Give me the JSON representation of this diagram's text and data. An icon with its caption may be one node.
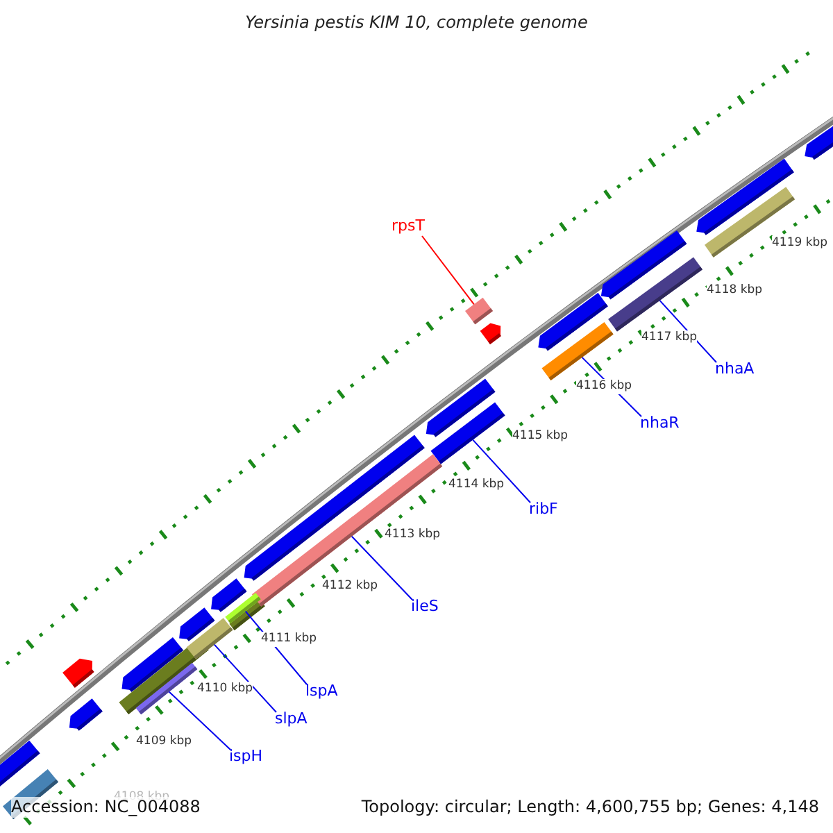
{
  "diagram": {
    "title": "Yersinia pestis KIM 10, complete genome",
    "nodes": [
      {
        "text": [
          "rpsT"
        ]
      },
      {
        "text": [],
        "shape": "bar"
      },
      {
        "text": [
          "nhaA"
        ]
      },
      {
        "text": [],
        "shape": "bar"
      },
      {
        "text": [
          "nhaR"
        ]
      },
      {
        "text": [],
        "shape": "bar"
      },
      {
        "text": [
          "ribF"
        ]
      },
      {
        "text": [],
        "shape": "bar"
      },
      {
        "text": [
          "ileS"
        ]
      },
      {
        "text": [],
        "shape": "bar"
      },
      {
        "text": [
          "lspA"
        ]
      },
      {
        "text": [],
        "shape": "bar"
      },
      {
        "text": [
          "slpA"
        ]
      },
      {
        "text": [],
        "shape": "bar"
      },
      {
        "text": [
          "ispH"
        ]
      },
      {
        "text": [],
        "shape": "bar"
      }
    ],
    "edges": [
      {
        "from": 0,
        "to": 1,
        "arrow": "none",
        "color": "#ff0000"
      },
      {
        "from": 2,
        "to": 3,
        "arrow": "none"
      },
      {
        "from": 4,
        "to": 5,
        "arrow": "none"
      },
      {
        "from": 6,
        "to": 7,
        "arrow": "none"
      },
      {
        "from": 8,
        "to": 9,
        "arrow": "none"
      },
      {
        "from": 10,
        "to": 11,
        "arrow": "none"
      },
      {
        "from": 12,
        "to": 13,
        "arrow": "none"
      },
      {
        "from": 14,
        "to": 15,
        "arrow": "none"
      }
    ],
    "labels": [
      "4119 kbp",
      "4118 kbp",
      "4117 kbp",
      "4116 kbp",
      "4115 kbp",
      "4114 kbp",
      "4113 kbp",
      "4112 kbp",
      "4111 kbp",
      "4110 kbp",
      "4109 kbp",
      "4108 kbp",
      "Accession: NC_004088",
      "Topology: circular; Length: 4,600,755 bp; Genes: 4,148"
    ]
  }
}
